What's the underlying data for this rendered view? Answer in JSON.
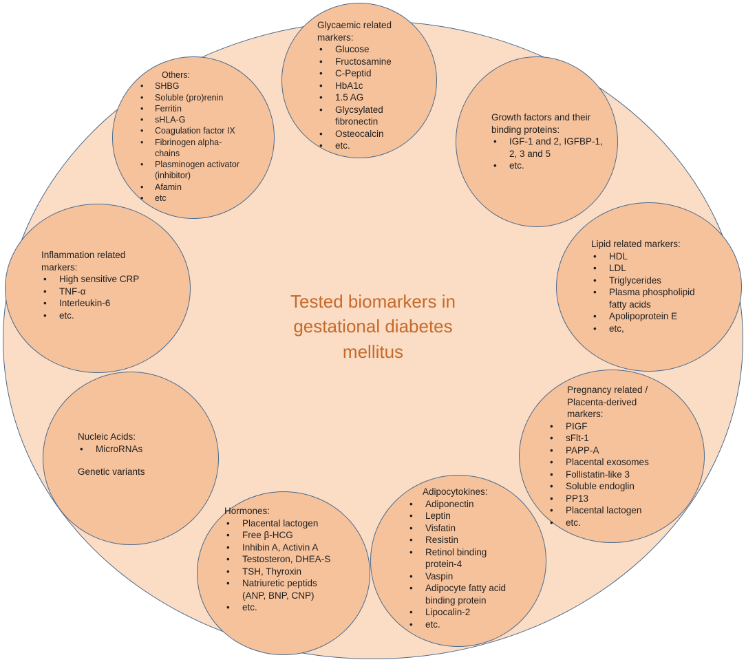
{
  "title": "Tested biomarkers in\ngestational diabetes\nmellitus",
  "groups": {
    "glycaemic": {
      "heading": "Glycaemic related\nmarkers:",
      "items": [
        "Glucose",
        "Fructosamine",
        "C-Peptid",
        "HbA1c",
        "1.5 AG",
        "Glycsylated\nfibronectin",
        "Osteocalcin",
        "etc."
      ]
    },
    "others": {
      "heading": "Others:",
      "items": [
        "SHBG",
        "Soluble (pro)renin",
        "Ferritin",
        "sHLA-G",
        "Coagulation factor IX",
        "Fibrinogen alpha-\nchains",
        "Plasminogen activator\n(inhibitor)",
        "Afamin",
        "etc"
      ]
    },
    "growth": {
      "heading": "Growth factors and their\nbinding proteins:",
      "items": [
        "IGF-1 and 2, IGFBP-1,\n2, 3 and 5",
        "etc."
      ]
    },
    "inflammation": {
      "heading": "Inflammation related\nmarkers:",
      "items": [
        "High sensitive CRP",
        "TNF-α",
        "Interleukin-6",
        "etc."
      ]
    },
    "lipid": {
      "heading": "Lipid related markers:",
      "items": [
        "HDL",
        "LDL",
        "Triglycerides",
        "Plasma phospholipid\nfatty acids",
        "Apolipoprotein E",
        "etc,"
      ]
    },
    "pregnancy": {
      "heading": "Pregnancy related /\nPlacenta-derived\nmarkers:",
      "items": [
        "PIGF",
        "sFlt-1",
        "PAPP-A",
        "Placental exosomes",
        "Follistatin-like 3",
        "Soluble endoglin",
        "PP13",
        "Placental lactogen",
        "etc."
      ]
    },
    "nucleic": {
      "heading": "Nucleic Acids:",
      "items": [
        "MicroRNAs"
      ],
      "extra": "Genetic variants"
    },
    "hormones": {
      "heading": "Hormones:",
      "items": [
        "Placental lactogen",
        "Free β-HCG",
        "Inhibin A, Activin A",
        "Testosteron, DHEA-S",
        "TSH, Thyroxin",
        "Natriuretic peptids\n(ANP, BNP, CNP)",
        "etc."
      ]
    },
    "adipo": {
      "heading": "Adipocytokines:",
      "items": [
        "Adiponectin",
        "Leptin",
        "Visfatin",
        "Resistin",
        "Retinol binding\nprotein-4",
        "Vaspin",
        "Adipocyte fatty acid\nbinding protein",
        "Lipocalin-2",
        "etc."
      ]
    }
  },
  "colors": {
    "outer_fill": "#fbdcc4",
    "circle_fill": "#f6c29c",
    "stroke": "#4a6a8c",
    "title": "#c56a2b"
  }
}
